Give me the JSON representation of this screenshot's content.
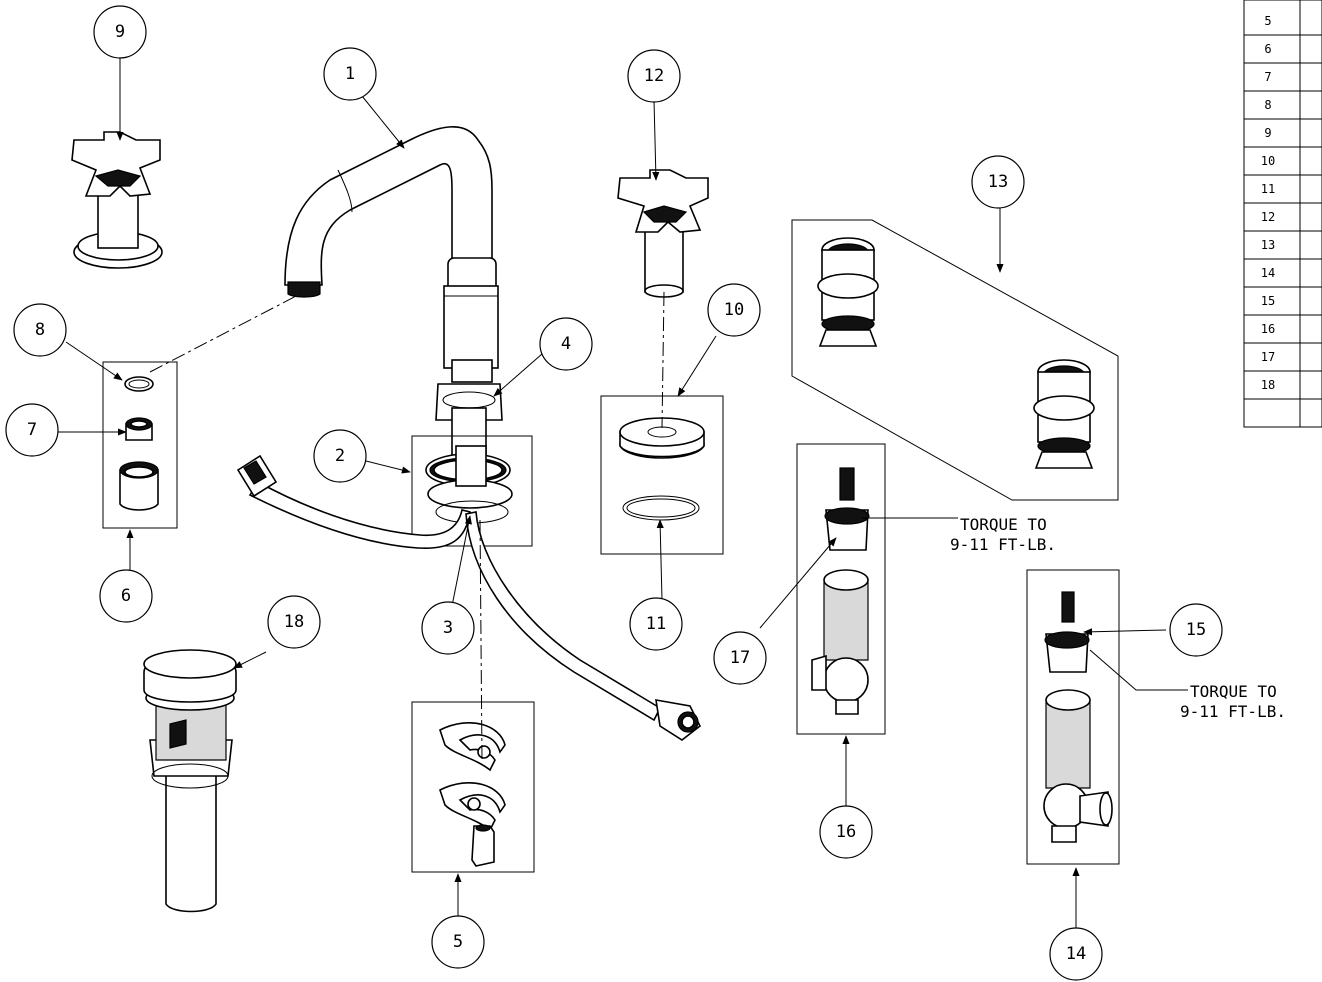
{
  "diagram": {
    "callouts": [
      "1",
      "2",
      "3",
      "4",
      "5",
      "6",
      "7",
      "8",
      "9",
      "10",
      "11",
      "12",
      "13",
      "14",
      "15",
      "16",
      "17",
      "18"
    ],
    "notes": [
      {
        "line1": "TORQUE TO",
        "line2": "9-11 FT-LB."
      },
      {
        "line1": "TORQUE TO",
        "line2": "9-11 FT-LB."
      }
    ],
    "table_rows": [
      "5",
      "6",
      "7",
      "8",
      "9",
      "10",
      "11",
      "12",
      "13",
      "14",
      "15",
      "16",
      "17",
      "18"
    ]
  }
}
